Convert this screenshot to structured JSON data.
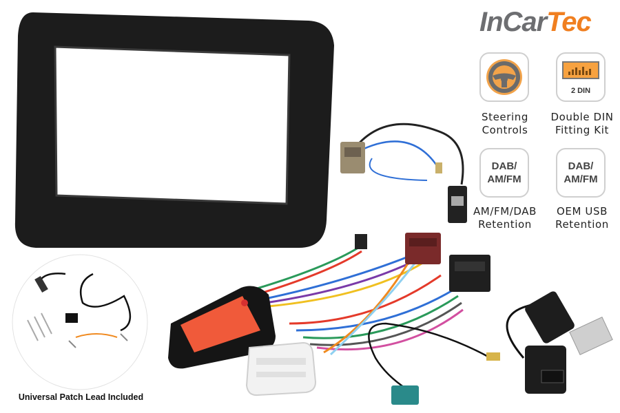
{
  "brand": {
    "part1": "InCar",
    "part2": "Tec"
  },
  "features": [
    {
      "icon": "steering-wheel-icon",
      "caption_line1": "Steering",
      "caption_line2": "Controls"
    },
    {
      "icon": "double-din-icon",
      "badge": "2 DIN",
      "caption_line1": "Double DIN",
      "caption_line2": "Fitting Kit"
    },
    {
      "icon": "dab-fm-icon",
      "icon_text_line1": "DAB/",
      "icon_text_line2": "AM/FM",
      "caption_line1": "AM/FM/DAB",
      "caption_line2": "Retention"
    },
    {
      "icon": "dab-fm-icon",
      "icon_text_line1": "DAB/",
      "icon_text_line2": "AM/FM",
      "caption_line1": "OEM USB",
      "caption_line2": "Retention"
    }
  ],
  "patch_lead": {
    "caption": "Universal Patch Lead Included"
  },
  "colors": {
    "brand_grey": "#6d6e71",
    "brand_orange": "#f07f20",
    "fascia": "#1a1a1a",
    "interface_label": "#f05a3a"
  }
}
